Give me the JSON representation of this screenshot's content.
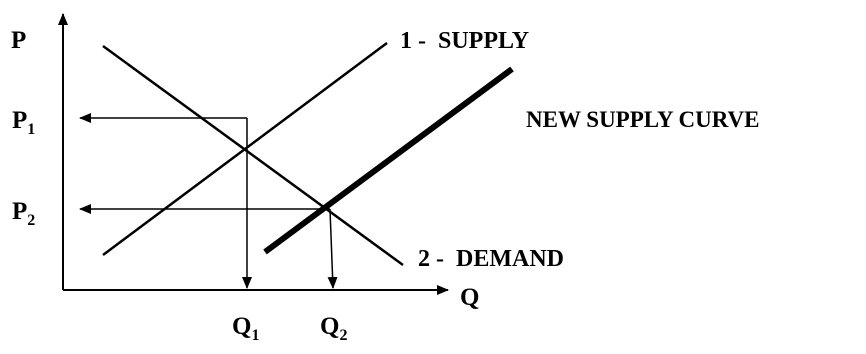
{
  "axes": {
    "y_label": "P",
    "x_label": "Q"
  },
  "price_labels": {
    "p1": {
      "letter": "P",
      "subscript": "1"
    },
    "p2": {
      "letter": "P",
      "subscript": "2"
    }
  },
  "quantity_labels": {
    "q1": {
      "letter": "Q",
      "subscript": "1"
    },
    "q2": {
      "letter": "Q",
      "subscript": "2"
    }
  },
  "curves": {
    "supply": "1 -  SUPPLY",
    "new_supply": "NEW SUPPLY CURVE",
    "demand": "2 -  DEMAND"
  },
  "colors": {
    "ink": "#000000",
    "background": "#ffffff"
  }
}
